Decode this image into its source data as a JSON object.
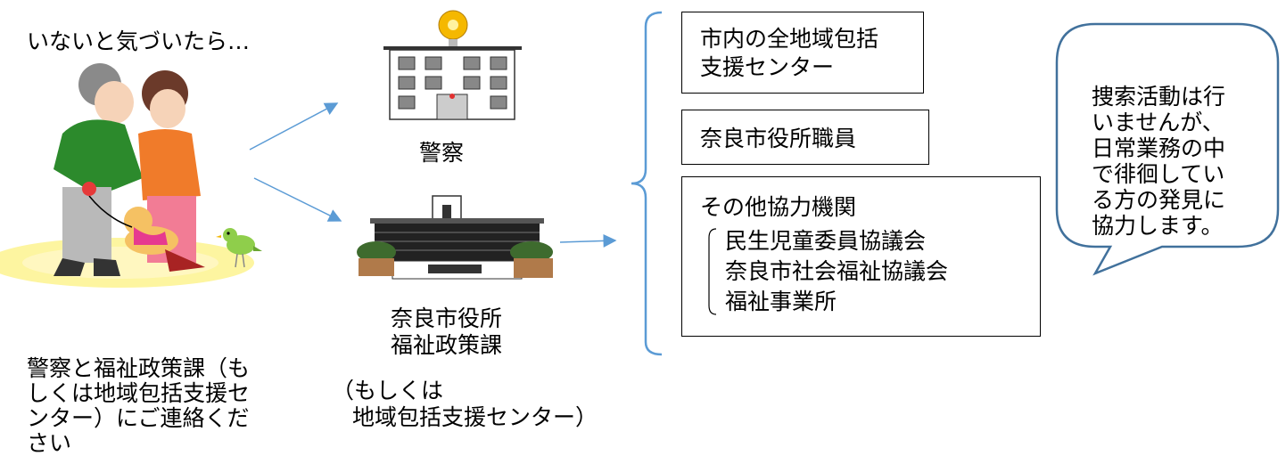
{
  "intro": "いないと気づいたら…",
  "police_label": "警察",
  "city_office": {
    "line1": "奈良市役所",
    "line2": "福祉政策課"
  },
  "alt_contact": {
    "line1": "（もしくは",
    "line2": "地域包括支援センター）"
  },
  "instruction": {
    "line1": "警察と福祉政策課（も",
    "line2": "しくは地域包括支援セ",
    "line3": "ンター）にご連絡くだ",
    "line4": "さい"
  },
  "boxes": {
    "centers": {
      "line1": "市内の全地域包括",
      "line2": "支援センター"
    },
    "staff": "奈良市役所職員",
    "others": {
      "title": "その他協力機関",
      "items": [
        "民生児童委員協議会",
        "奈良市社会福祉協議会",
        "福祉事業所"
      ]
    }
  },
  "callout": {
    "line1": "捜索活動は行",
    "line2": "いませんが、",
    "line3": "日常業務の中",
    "line4": "で徘徊してい",
    "line5": "る方の発見に",
    "line6": "協力します。"
  },
  "colors": {
    "arrow": "#5b9bd5",
    "bracket": "#5b9bd5",
    "callout_border": "#41719c"
  },
  "icons": [
    "elderly-couple-with-dog-icon",
    "police-station-icon",
    "city-hall-icon",
    "bird-icon"
  ]
}
